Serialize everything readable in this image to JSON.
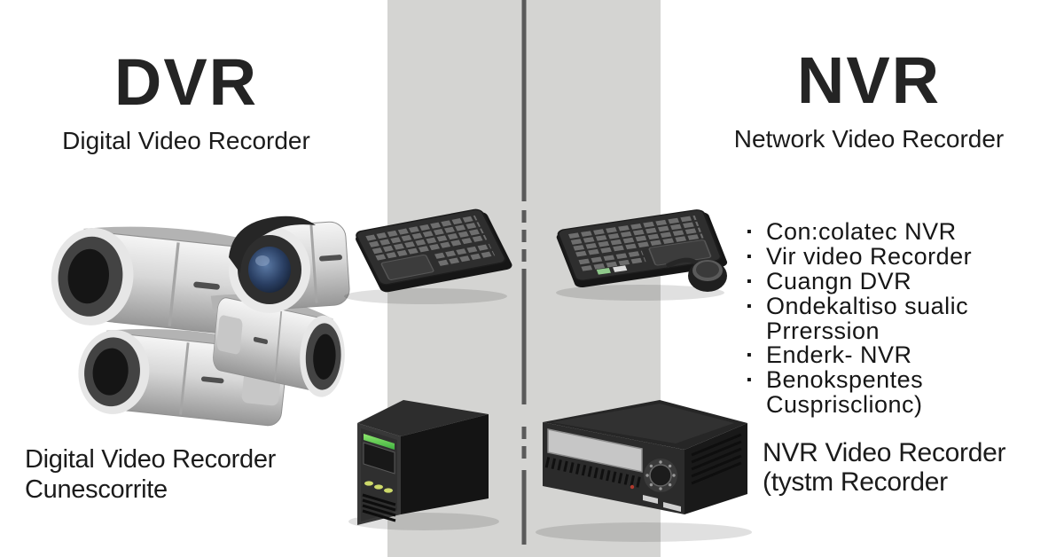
{
  "page": {
    "background": "#ffffff",
    "band_color": "#d4d4d2",
    "divider_color": "#5a5a5a",
    "wire_color": "#7d7d7d",
    "text_color": "#1e1e1e"
  },
  "dvr": {
    "title": "DVR",
    "subtitle": "Digital Video Recorder",
    "caption": "Digital Video Recorder\nCunescorrite"
  },
  "nvr": {
    "title": "NVR",
    "subtitle": "Network Video Recorder",
    "bullet_glyph": "▪",
    "items": [
      "Con:colatec NVR",
      "Vir video Recorder",
      "Cuangn DVR",
      "Ondekaltiso sualic\nPrrerssion",
      "Enderk- NVR",
      "Benokspentes\nCusprisclionc)"
    ],
    "caption": "NVR Video Recorder\n(tystm Recorder"
  },
  "illustrations": {
    "left_devices": "cctv-bullet-camera-network",
    "camera_count": 4,
    "center_top_left": "keyboard",
    "center_top_right": "keyboard-with-jog-dial-puck",
    "center_bottom_left": "dvr-recorder-tower-unit",
    "center_bottom_right": "nvr-recorder-box-unit",
    "dvr_unit_leds": "#5ecf44",
    "camera_lens_accent": "#2a3f63"
  }
}
